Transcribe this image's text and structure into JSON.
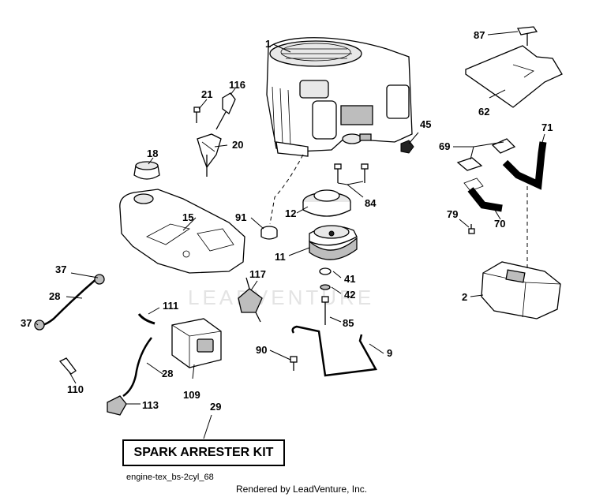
{
  "callouts": {
    "c1": "1",
    "c2": "2",
    "c9": "9",
    "c11": "11",
    "c12": "12",
    "c15": "15",
    "c18": "18",
    "c20": "20",
    "c21": "21",
    "c28a": "28",
    "c28b": "28",
    "c29": "29",
    "c37a": "37",
    "c37b": "37",
    "c41": "41",
    "c42": "42",
    "c45": "45",
    "c62": "62",
    "c69": "69",
    "c70": "70",
    "c71": "71",
    "c79": "79",
    "c84": "84",
    "c85": "85",
    "c87": "87",
    "c90": "90",
    "c91": "91",
    "c109": "109",
    "c110": "110",
    "c111": "111",
    "c113": "113",
    "c116": "116",
    "c117": "117"
  },
  "kit_label": "SPARK ARRESTER KIT",
  "diagram_code": "engine-tex_bs-2cyl_68",
  "render_credit": "Rendered by LeadVenture, Inc.",
  "watermark": "LEADVENTURE"
}
